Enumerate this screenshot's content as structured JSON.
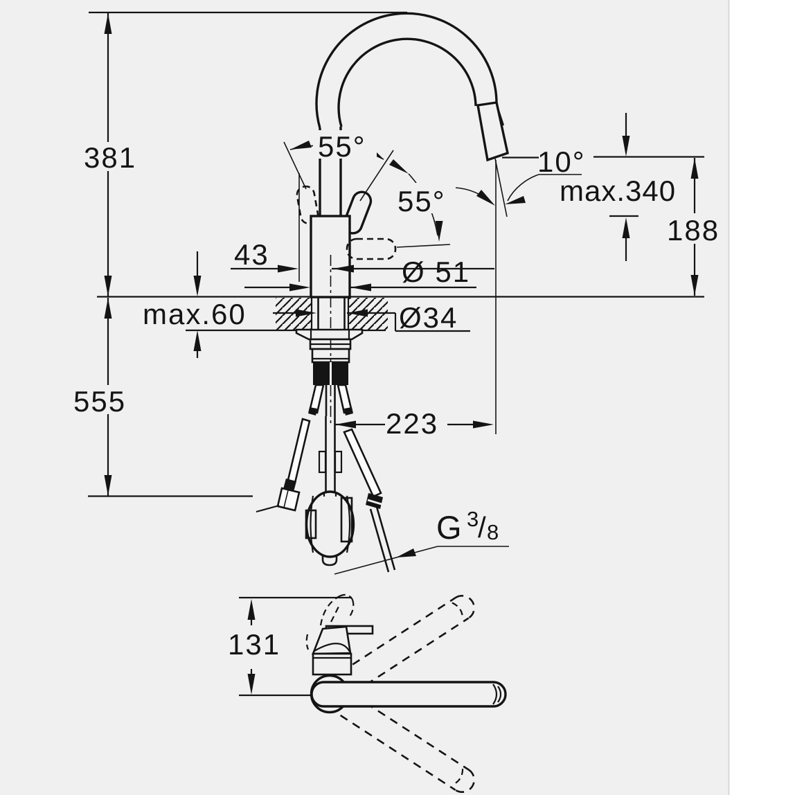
{
  "drawing_type": "faucet-installation-dimension-diagram",
  "colors": {
    "canvas": "#f0f0f0",
    "ink": "#141414",
    "paper": "#ffffff"
  },
  "labels": {
    "height_above_deck": "381",
    "height_below_deck": "555",
    "deck_thickness": "max.60",
    "center_offset": "43",
    "body_diameter": "Ø 51",
    "shank_diameter": "Ø34",
    "handle_angle_left": "55°",
    "handle_angle_right": "55°",
    "spout_tilt_angle": "10°",
    "outlet_height_max": "max.340",
    "outlet_height": "188",
    "spout_reach": "223",
    "plan_height": "131",
    "thread_letter": "G",
    "thread_numerator": "3",
    "thread_slash": "/",
    "thread_denominator": "8"
  }
}
